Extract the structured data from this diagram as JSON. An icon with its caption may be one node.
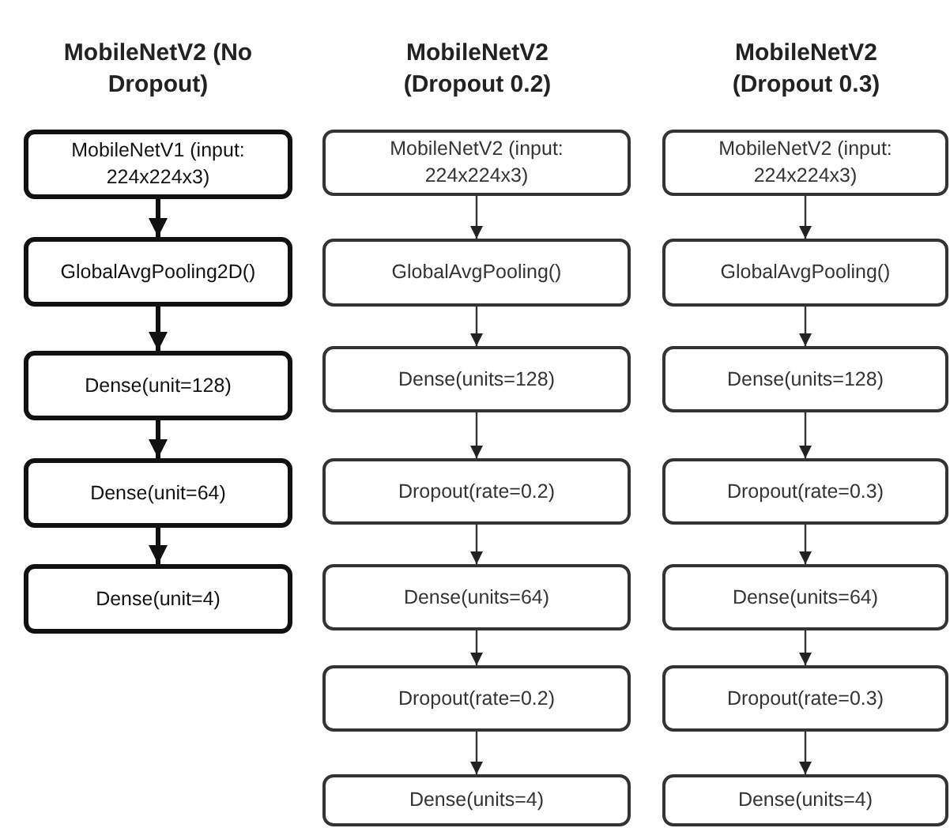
{
  "diagram": {
    "nodes": [
      {
        "text": [
          "MobileNetV1 (input: 224x224x3)"
        ]
      },
      {
        "text": [
          "GlobalAvgPooling2D()"
        ]
      },
      {
        "text": [
          "Dense(unit=128)"
        ]
      },
      {
        "text": [
          "Dense(unit=64)"
        ]
      },
      {
        "text": [
          "Dense(unit=4)"
        ]
      },
      {
        "text": [
          "MobileNetV2 (input: 224x224x3)"
        ]
      },
      {
        "text": [
          "GlobalAvgPooling()"
        ]
      },
      {
        "text": [
          "Dense(units=128)"
        ]
      },
      {
        "text": [
          "Dropout(rate=0.2)"
        ]
      },
      {
        "text": [
          "Dense(units=64)"
        ]
      },
      {
        "text": [
          "Dropout(rate=0.2)"
        ]
      },
      {
        "text": [
          "Dense(units=4)"
        ]
      },
      {
        "text": [
          "MobileNetV2 (input: 224x224x3)"
        ]
      },
      {
        "text": [
          "GlobalAvgPooling()"
        ]
      },
      {
        "text": [
          "Dense(units=128)"
        ]
      },
      {
        "text": [
          "Dropout(rate=0.3)"
        ]
      },
      {
        "text": [
          "Dense(units=64)"
        ]
      },
      {
        "text": [
          "Dropout(rate=0.3)"
        ]
      },
      {
        "text": [
          "Dense(units=4)"
        ]
      }
    ],
    "edges": [
      {
        "from": 0,
        "to": 1,
        "arrow": "to",
        "style": "thick"
      },
      {
        "from": 1,
        "to": 2,
        "arrow": "to",
        "style": "thick"
      },
      {
        "from": 2,
        "to": 3,
        "arrow": "to",
        "style": "thick"
      },
      {
        "from": 3,
        "to": 4,
        "arrow": "to",
        "style": "thick"
      },
      {
        "from": 5,
        "to": 6,
        "arrow": "to"
      },
      {
        "from": 6,
        "to": 7,
        "arrow": "to"
      },
      {
        "from": 7,
        "to": 8,
        "arrow": "to"
      },
      {
        "from": 8,
        "to": 9,
        "arrow": "to"
      },
      {
        "from": 9,
        "to": 10,
        "arrow": "to"
      },
      {
        "from": 10,
        "to": 11,
        "arrow": "to"
      },
      {
        "from": 12,
        "to": 13,
        "arrow": "to"
      },
      {
        "from": 13,
        "to": 14,
        "arrow": "to"
      },
      {
        "from": 14,
        "to": 15,
        "arrow": "to"
      },
      {
        "from": 15,
        "to": 16,
        "arrow": "to"
      },
      {
        "from": 16,
        "to": 17,
        "arrow": "to"
      },
      {
        "from": 17,
        "to": 18,
        "arrow": "to"
      }
    ],
    "labels": [
      "MobileNetV2 (No Dropout)",
      "MobileNetV2 (Dropout 0.2)",
      "MobileNetV2 (Dropout 0.3)"
    ]
  }
}
